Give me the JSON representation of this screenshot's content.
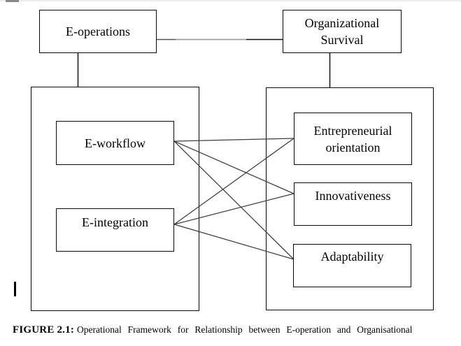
{
  "figure": {
    "caption_label": "FIGURE 2.1:",
    "caption_text": "Operational Framework for Relationship between E-operation and Organisational"
  },
  "nodes": {
    "e_operations": {
      "label": "E-operations"
    },
    "organizational_survival": {
      "label": "Organizational Survival"
    },
    "e_workflow": {
      "label": "E-workflow"
    },
    "e_integration": {
      "label": "E-integration"
    },
    "entrepreneurial_orientation": {
      "label": "Entrepreneurial orientation"
    },
    "innovativeness": {
      "label": "Innovativeness"
    },
    "adaptability": {
      "label": "Adaptability"
    }
  },
  "connections": [
    {
      "from": "E-operations",
      "to": "Organizational Survival"
    },
    {
      "from": "E-operations",
      "to": "left group box"
    },
    {
      "from": "Organizational Survival",
      "to": "right group box"
    },
    {
      "from": "E-workflow",
      "to": "Entrepreneurial orientation"
    },
    {
      "from": "E-workflow",
      "to": "Innovativeness"
    },
    {
      "from": "E-workflow",
      "to": "Adaptability"
    },
    {
      "from": "E-integration",
      "to": "Entrepreneurial orientation"
    },
    {
      "from": "E-integration",
      "to": "Innovativeness"
    },
    {
      "from": "E-integration",
      "to": "Adaptability"
    }
  ],
  "colors": {
    "box_border": "#0a0a0a",
    "edge_line": "#3d3d3d",
    "gray_segment": "#9c9c9c",
    "background": "#ffffff"
  }
}
